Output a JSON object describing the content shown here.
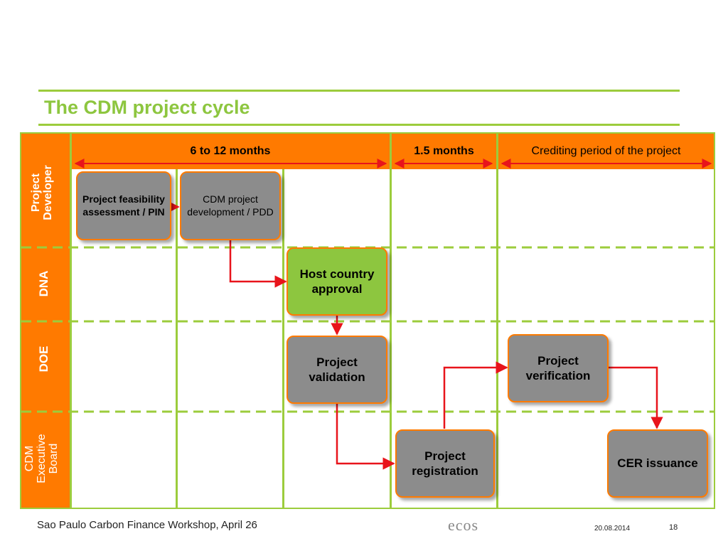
{
  "slide": {
    "title": "The CDM project cycle"
  },
  "lanes": [
    {
      "label": "Project\nDeveloper"
    },
    {
      "label": "DNA"
    },
    {
      "label": "DOE"
    },
    {
      "label": "CDM\nExecutive\nBoard"
    }
  ],
  "phases": [
    {
      "label": "6 to 12 months"
    },
    {
      "label": "1.5 months"
    },
    {
      "label": "Crediting period of the project"
    }
  ],
  "boxes": {
    "feasibility": "Project feasibility assessment / PIN",
    "pdd": "CDM project development / PDD",
    "host": "Host country approval",
    "validation": "Project validation",
    "verification": "Project verification",
    "registration": "Project registration",
    "cer": "CER issuance"
  },
  "footer": {
    "event": "Sao Paulo Carbon Finance Workshop, April 26",
    "logo": "ecos",
    "date": "20.08.2014",
    "page": "18"
  },
  "colors": {
    "accent_green": "#8dc63f",
    "lane_orange": "#ff7a00",
    "arrow_red": "#e8141b",
    "box_grey": "#8c8c8c"
  }
}
